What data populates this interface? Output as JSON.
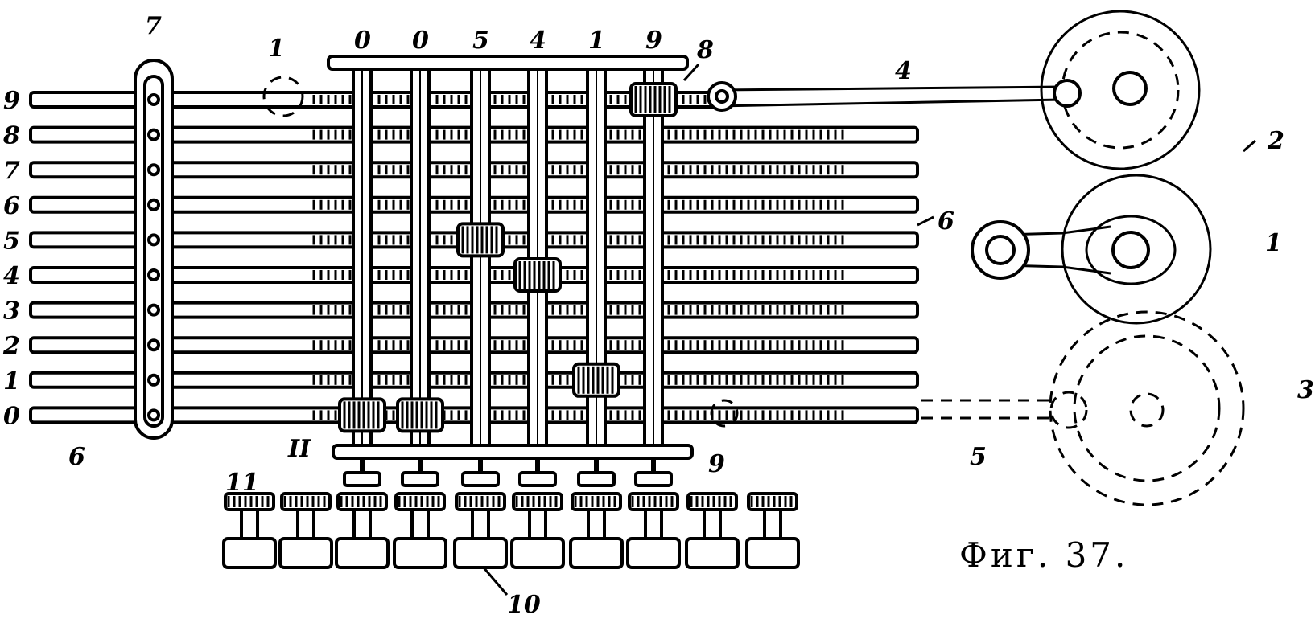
{
  "figure": {
    "caption": "Фиг. 37.",
    "row_labels": [
      "9",
      "8",
      "7",
      "6",
      "5",
      "4",
      "3",
      "2",
      "1",
      "0"
    ],
    "column_digits": [
      "0",
      "0",
      "5",
      "4",
      "1",
      "9"
    ],
    "callouts": {
      "comb": "7",
      "gear_train": "1",
      "top_bar": "8",
      "lever": "4",
      "wheel_top": "2",
      "rack_right": "6",
      "wheel_middle": "1",
      "wheel_bottom": "3",
      "dashed_link": "5",
      "bottom_bar": "9",
      "rack_left": "6",
      "lower_gears": "II",
      "knob": "11",
      "keys": "10"
    },
    "key_count": 10
  }
}
